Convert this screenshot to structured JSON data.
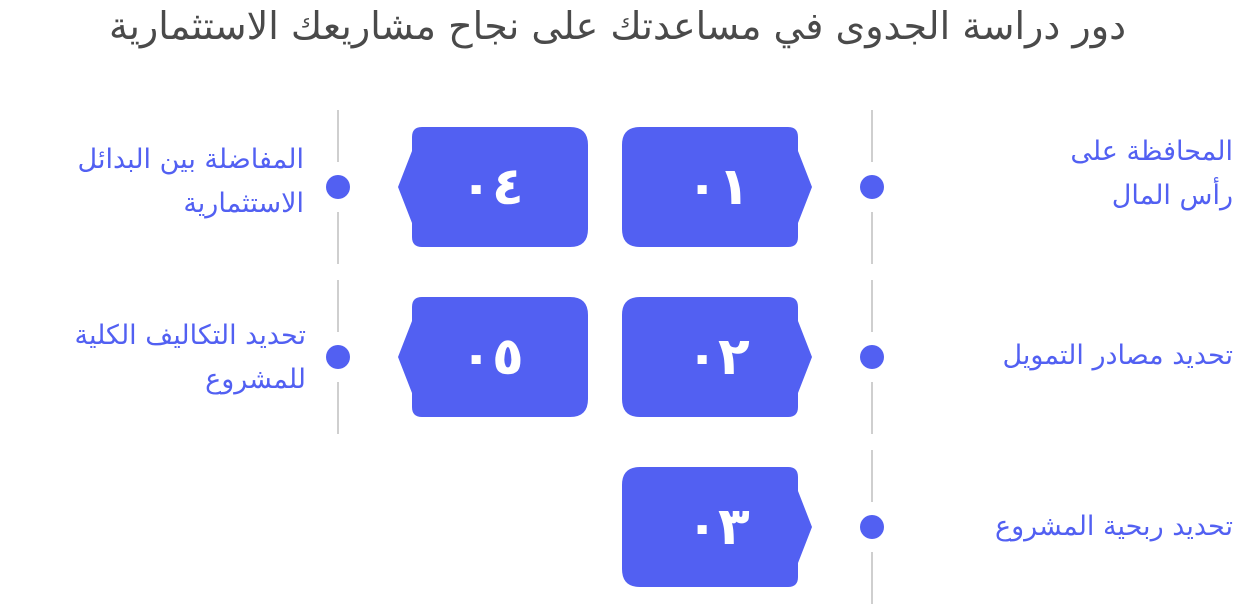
{
  "title": "دور دراسة الجدوى في مساعدتك على نجاح مشاريعك الاستثمارية",
  "colors": {
    "accent": "#5260f2",
    "line": "#cfcfcf",
    "title": "#4a4a4a"
  },
  "items": [
    {
      "number": "٠١",
      "label": "المحافظة على\nرأس المال"
    },
    {
      "number": "٠٢",
      "label": "تحديد مصادر التمويل"
    },
    {
      "number": "٠٣",
      "label": "تحديد ربحية المشروع"
    },
    {
      "number": "٠٤",
      "label": "المفاضلة بين البدائل\nالاستثمارية"
    },
    {
      "number": "٠٥",
      "label": "تحديد التكاليف الكلية\nللمشروع"
    }
  ]
}
